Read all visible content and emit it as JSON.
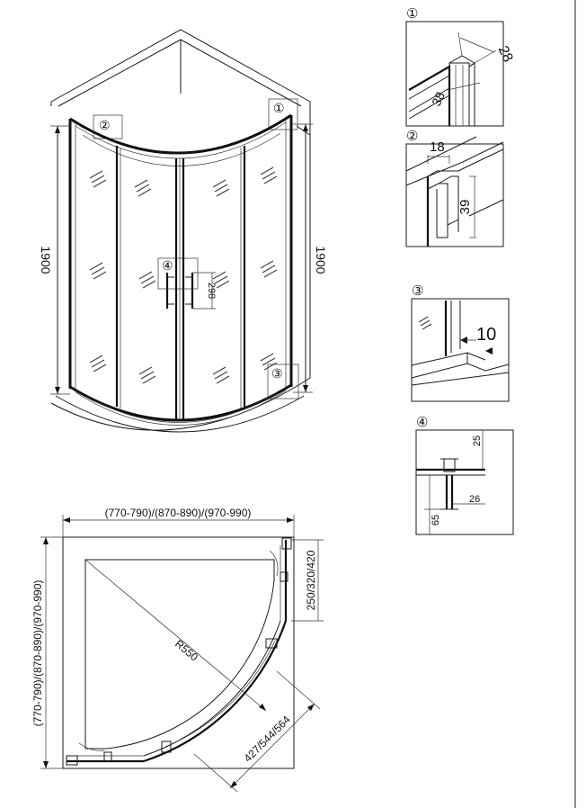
{
  "elevation": {
    "height_left": "1900",
    "height_right": "1900",
    "handle_length": "298",
    "callouts": [
      "②",
      "①",
      "④",
      "③"
    ]
  },
  "details": {
    "d1": {
      "label": "①",
      "dim_a": "28",
      "dim_b": "38"
    },
    "d2": {
      "label": "②",
      "dim_a": "18",
      "dim_b": "39"
    },
    "d3": {
      "label": "③",
      "dim_a": "10"
    },
    "d4": {
      "label": "④",
      "dim_a": "25",
      "dim_b": "26",
      "dim_c": "65"
    }
  },
  "plan": {
    "width": "(770-790)/(870-890)/(970-990)",
    "depth": "(770-790)/(870-890)/(970-990)",
    "radius": "R550",
    "door_side": "250/320/420",
    "diagonal": "427/544/564"
  }
}
